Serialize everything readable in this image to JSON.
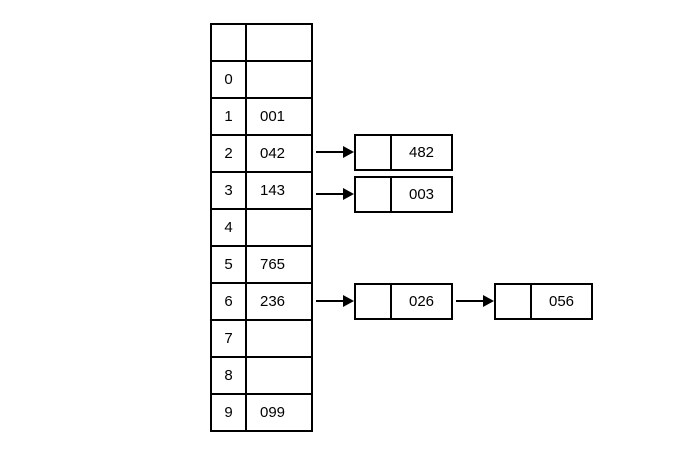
{
  "diagram": {
    "kind": "hash-table-with-chaining"
  },
  "table": {
    "header": [
      "",
      ""
    ],
    "rows": [
      {
        "index": "0",
        "value": ""
      },
      {
        "index": "1",
        "value": "001"
      },
      {
        "index": "2",
        "value": "042"
      },
      {
        "index": "3",
        "value": "143"
      },
      {
        "index": "4",
        "value": ""
      },
      {
        "index": "5",
        "value": "765"
      },
      {
        "index": "6",
        "value": "236"
      },
      {
        "index": "7",
        "value": ""
      },
      {
        "index": "8",
        "value": ""
      },
      {
        "index": "9",
        "value": "099"
      }
    ]
  },
  "chains": {
    "row2": [
      "482"
    ],
    "row3": [
      "003"
    ],
    "row6": [
      "026",
      "056"
    ]
  },
  "colors": {
    "line": "#000000",
    "background": "#ffffff",
    "text": "#000000"
  }
}
